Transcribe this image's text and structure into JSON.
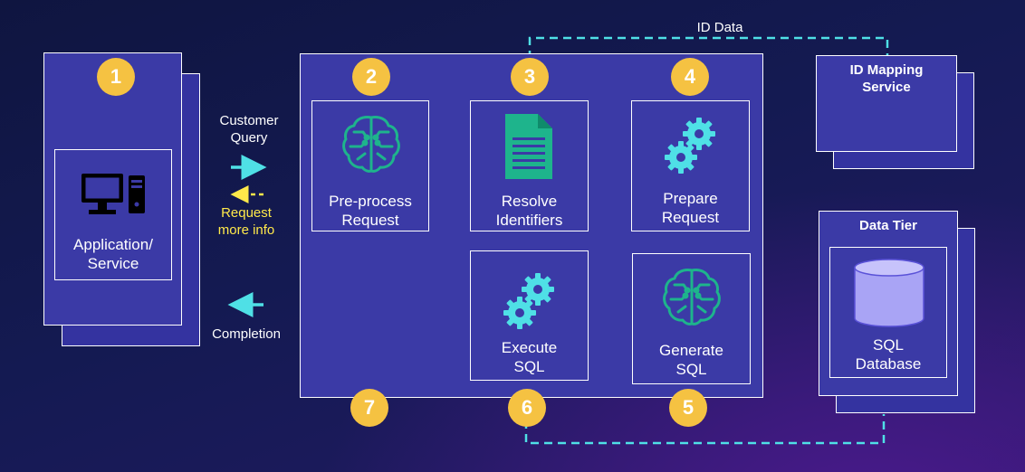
{
  "badges": [
    "1",
    "2",
    "3",
    "4",
    "5",
    "6",
    "7"
  ],
  "app": {
    "label": "Application/\nService"
  },
  "flow_left": {
    "customer_query": "Customer\nQuery",
    "request_more_info": "Request\nmore info",
    "completion": "Completion"
  },
  "steps": {
    "preprocess": "Pre-process\nRequest",
    "resolve": "Resolve\nIdentifiers",
    "prepare": "Prepare\nRequest",
    "generate": "Generate\nSQL",
    "execute": "Execute\nSQL"
  },
  "id_data": "ID Data",
  "id_mapping": "ID Mapping\nService",
  "data_tier": {
    "title": "Data Tier",
    "db": "SQL\nDatabase"
  },
  "colors": {
    "accent_cyan": "#4fe0e6",
    "badge_yellow": "#f5c242",
    "icon_green": "#1eb48c",
    "panel": "#3b3aa6",
    "dashed_yellow": "#ffe94a",
    "db_fill": "#a9a4f5"
  },
  "icons": [
    "computer-icon",
    "brain-chip-icon",
    "document-icon",
    "gears-icon",
    "database-icon"
  ]
}
